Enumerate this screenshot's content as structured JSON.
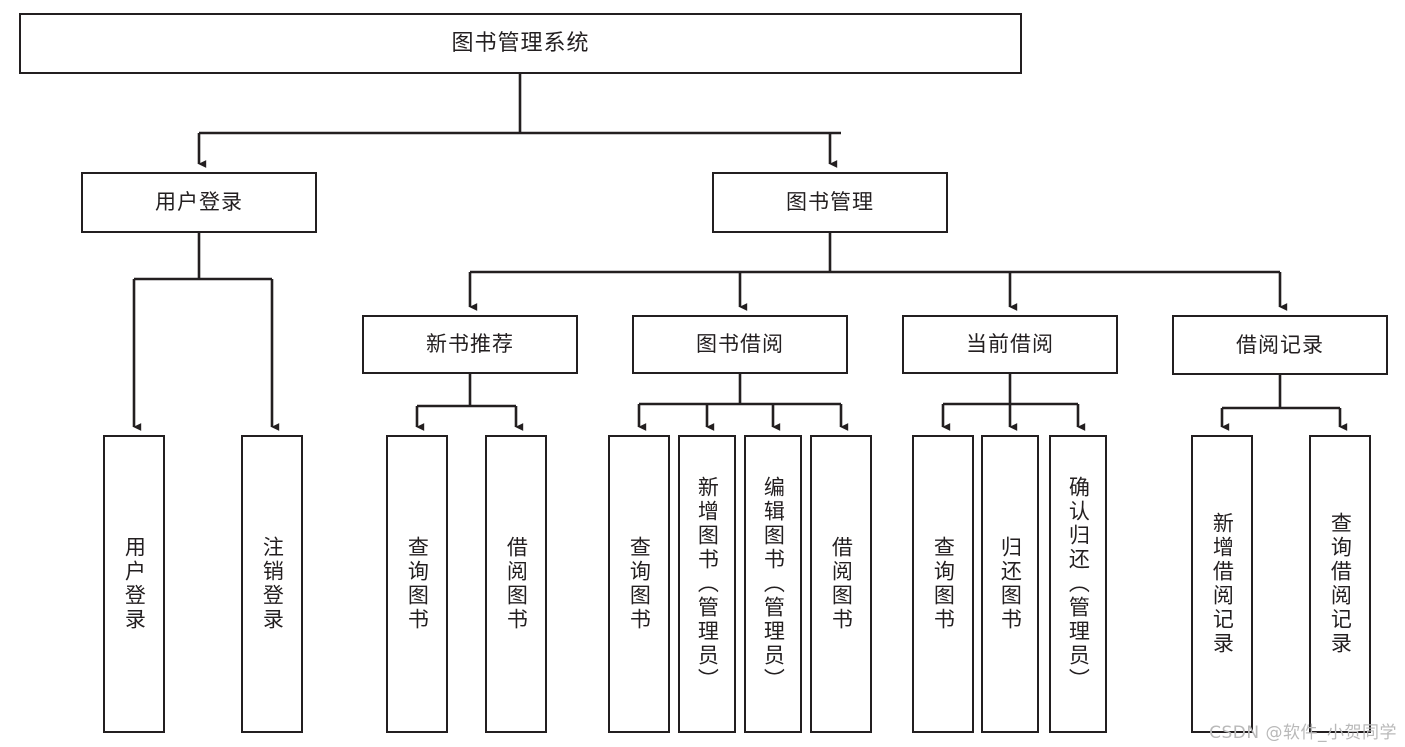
{
  "diagram": {
    "title": "图书管理系统",
    "type": "tree-hierarchy-diagram",
    "stroke_color": "#231f20",
    "background_color": "#ffffff"
  },
  "nodes": {
    "root": {
      "label": "图书管理系统"
    },
    "level2": [
      {
        "label": "用户登录"
      },
      {
        "label": "图书管理"
      }
    ],
    "level3": [
      {
        "label": "新书推荐"
      },
      {
        "label": "图书借阅"
      },
      {
        "label": "当前借阅"
      },
      {
        "label": "借阅记录"
      }
    ],
    "leaves_user_login": [
      {
        "label": "用户登录"
      },
      {
        "label": "注销登录"
      }
    ],
    "leaves_new_book": [
      {
        "label": "查询图书"
      },
      {
        "label": "借阅图书"
      }
    ],
    "leaves_borrow": [
      {
        "label": "查询图书"
      },
      {
        "label": "新增图书（管理员）"
      },
      {
        "label": "编辑图书（管理员）"
      },
      {
        "label": "借阅图书"
      }
    ],
    "leaves_current": [
      {
        "label": "查询图书"
      },
      {
        "label": "归还图书"
      },
      {
        "label": "确认归还（管理员）"
      }
    ],
    "leaves_records": [
      {
        "label": "新增借阅记录"
      },
      {
        "label": "查询借阅记录"
      }
    ]
  },
  "watermark": {
    "text": "CSDN @软件_小贺同学"
  }
}
